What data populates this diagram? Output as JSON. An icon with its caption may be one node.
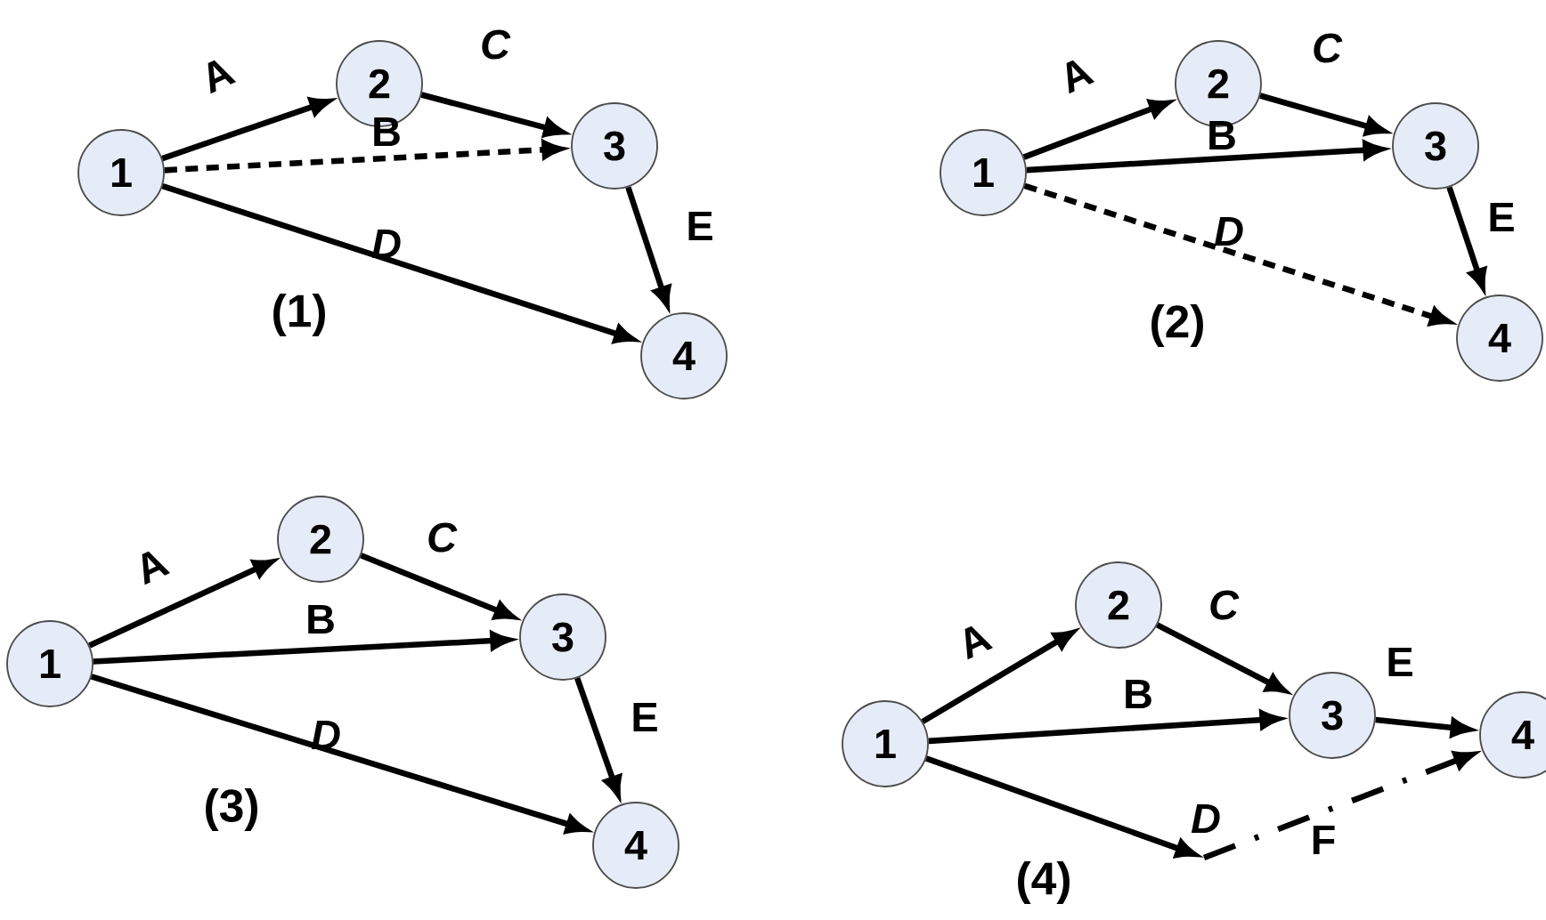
{
  "diagram": {
    "nodes": [
      {
        "text": [
          "1"
        ]
      },
      {
        "text": [
          "2"
        ]
      },
      {
        "text": [
          "3"
        ]
      },
      {
        "text": [
          "4"
        ]
      },
      {
        "text": [
          "1"
        ]
      },
      {
        "text": [
          "2"
        ]
      },
      {
        "text": [
          "3"
        ]
      },
      {
        "text": [
          "4"
        ]
      },
      {
        "text": [
          "1"
        ]
      },
      {
        "text": [
          "2"
        ]
      },
      {
        "text": [
          "3"
        ]
      },
      {
        "text": [
          "4"
        ]
      },
      {
        "text": [
          "1"
        ]
      },
      {
        "text": [
          "2"
        ]
      },
      {
        "text": [
          "3"
        ]
      },
      {
        "text": [
          "4"
        ]
      }
    ],
    "edges": [
      {
        "from": 0,
        "to": 1,
        "arrow": "to",
        "label": "A"
      },
      {
        "from": 0,
        "to": 2,
        "arrow": "to",
        "label": "B",
        "style": "dashed"
      },
      {
        "from": 1,
        "to": 2,
        "arrow": "to",
        "label": "C"
      },
      {
        "from": 0,
        "to": 3,
        "arrow": "to",
        "label": "D"
      },
      {
        "from": 2,
        "to": 3,
        "arrow": "to",
        "label": "E"
      },
      {
        "from": 4,
        "to": 5,
        "arrow": "to",
        "label": "A"
      },
      {
        "from": 4,
        "to": 6,
        "arrow": "to",
        "label": "B"
      },
      {
        "from": 5,
        "to": 6,
        "arrow": "to",
        "label": "C"
      },
      {
        "from": 4,
        "to": 7,
        "arrow": "to",
        "label": "D",
        "style": "dashed"
      },
      {
        "from": 6,
        "to": 7,
        "arrow": "to",
        "label": "E"
      },
      {
        "from": 8,
        "to": 9,
        "arrow": "to",
        "label": "A"
      },
      {
        "from": 8,
        "to": 10,
        "arrow": "to",
        "label": "B"
      },
      {
        "from": 9,
        "to": 10,
        "arrow": "to",
        "label": "C"
      },
      {
        "from": 8,
        "to": 11,
        "arrow": "to",
        "label": "D"
      },
      {
        "from": 10,
        "to": 11,
        "arrow": "to",
        "label": "E"
      },
      {
        "from": 12,
        "to": 13,
        "arrow": "to",
        "label": "A"
      },
      {
        "from": 12,
        "to": 14,
        "arrow": "to",
        "label": "B"
      },
      {
        "from": 13,
        "to": 14,
        "arrow": "to",
        "label": "C"
      },
      {
        "from": 12,
        "to": null,
        "arrow": "to",
        "label": "D"
      },
      {
        "from": 14,
        "to": 15,
        "arrow": "to",
        "label": "E"
      },
      {
        "from": null,
        "to": 15,
        "arrow": "to",
        "label": "F",
        "style": "dashed"
      }
    ],
    "labels": [
      "(1)",
      "(2)",
      "(3)",
      "(4)"
    ]
  }
}
